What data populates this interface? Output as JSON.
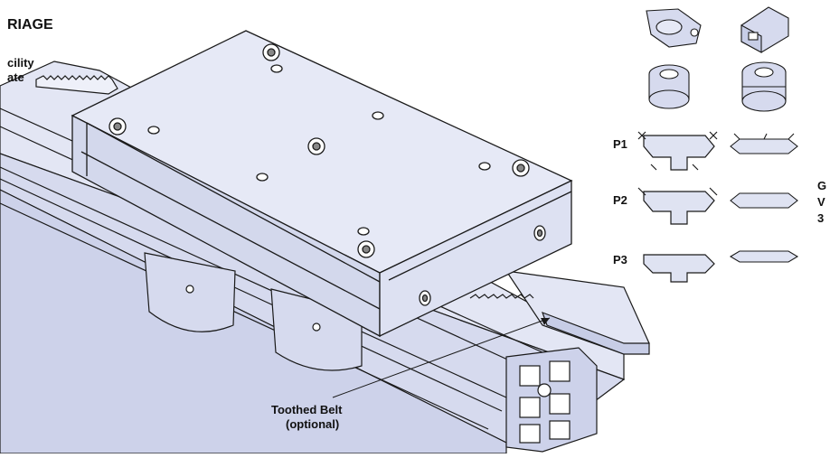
{
  "labels": {
    "title": "RIAGE",
    "facility_line1": "cility",
    "facility_line2": "ate",
    "belt_line1": "Toothed Belt",
    "belt_line2": "(optional)",
    "profile1": "P1",
    "profile2": "P2",
    "profile3": "P3",
    "side1": "G",
    "side2": "V",
    "side3": "3"
  },
  "colors": {
    "fill": "#dfe3f2",
    "fill_dark": "#c7cde6",
    "fill_light": "#eef0f9",
    "stroke": "#1a1a1a",
    "rail_shadow": "#d5d9ec"
  },
  "icons": [
    "roller-housing-icon",
    "slider-block-icon",
    "bearing-pair-icon",
    "bearing-stack-icon"
  ]
}
